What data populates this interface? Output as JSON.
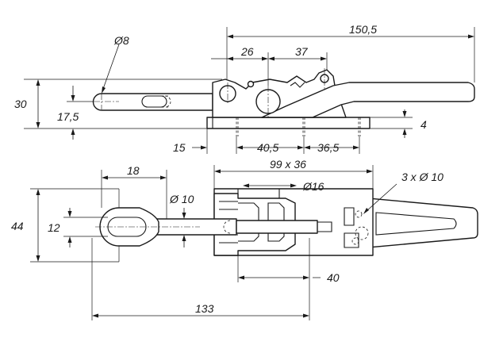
{
  "title": "",
  "dimensions": {
    "overall_length": "150,5",
    "pivot_spacing_a": "26",
    "pivot_spacing_b": "37",
    "hook_eye_diameter": "Ø8",
    "height": "30",
    "hook_axis_height": "17,5",
    "base_thickness": "4",
    "base_offset": "15",
    "base_hole_a": "40,5",
    "base_hole_b": "36,5",
    "base_plate": "99 x 36",
    "pin_diameter": "Ø16",
    "mounting_holes": "3 x Ø 10",
    "eye_length": "18",
    "rod_diameter": "Ø 10",
    "eye_width": "44",
    "eye_inner_width": "12",
    "handle_offset": "40",
    "reach": "133"
  }
}
